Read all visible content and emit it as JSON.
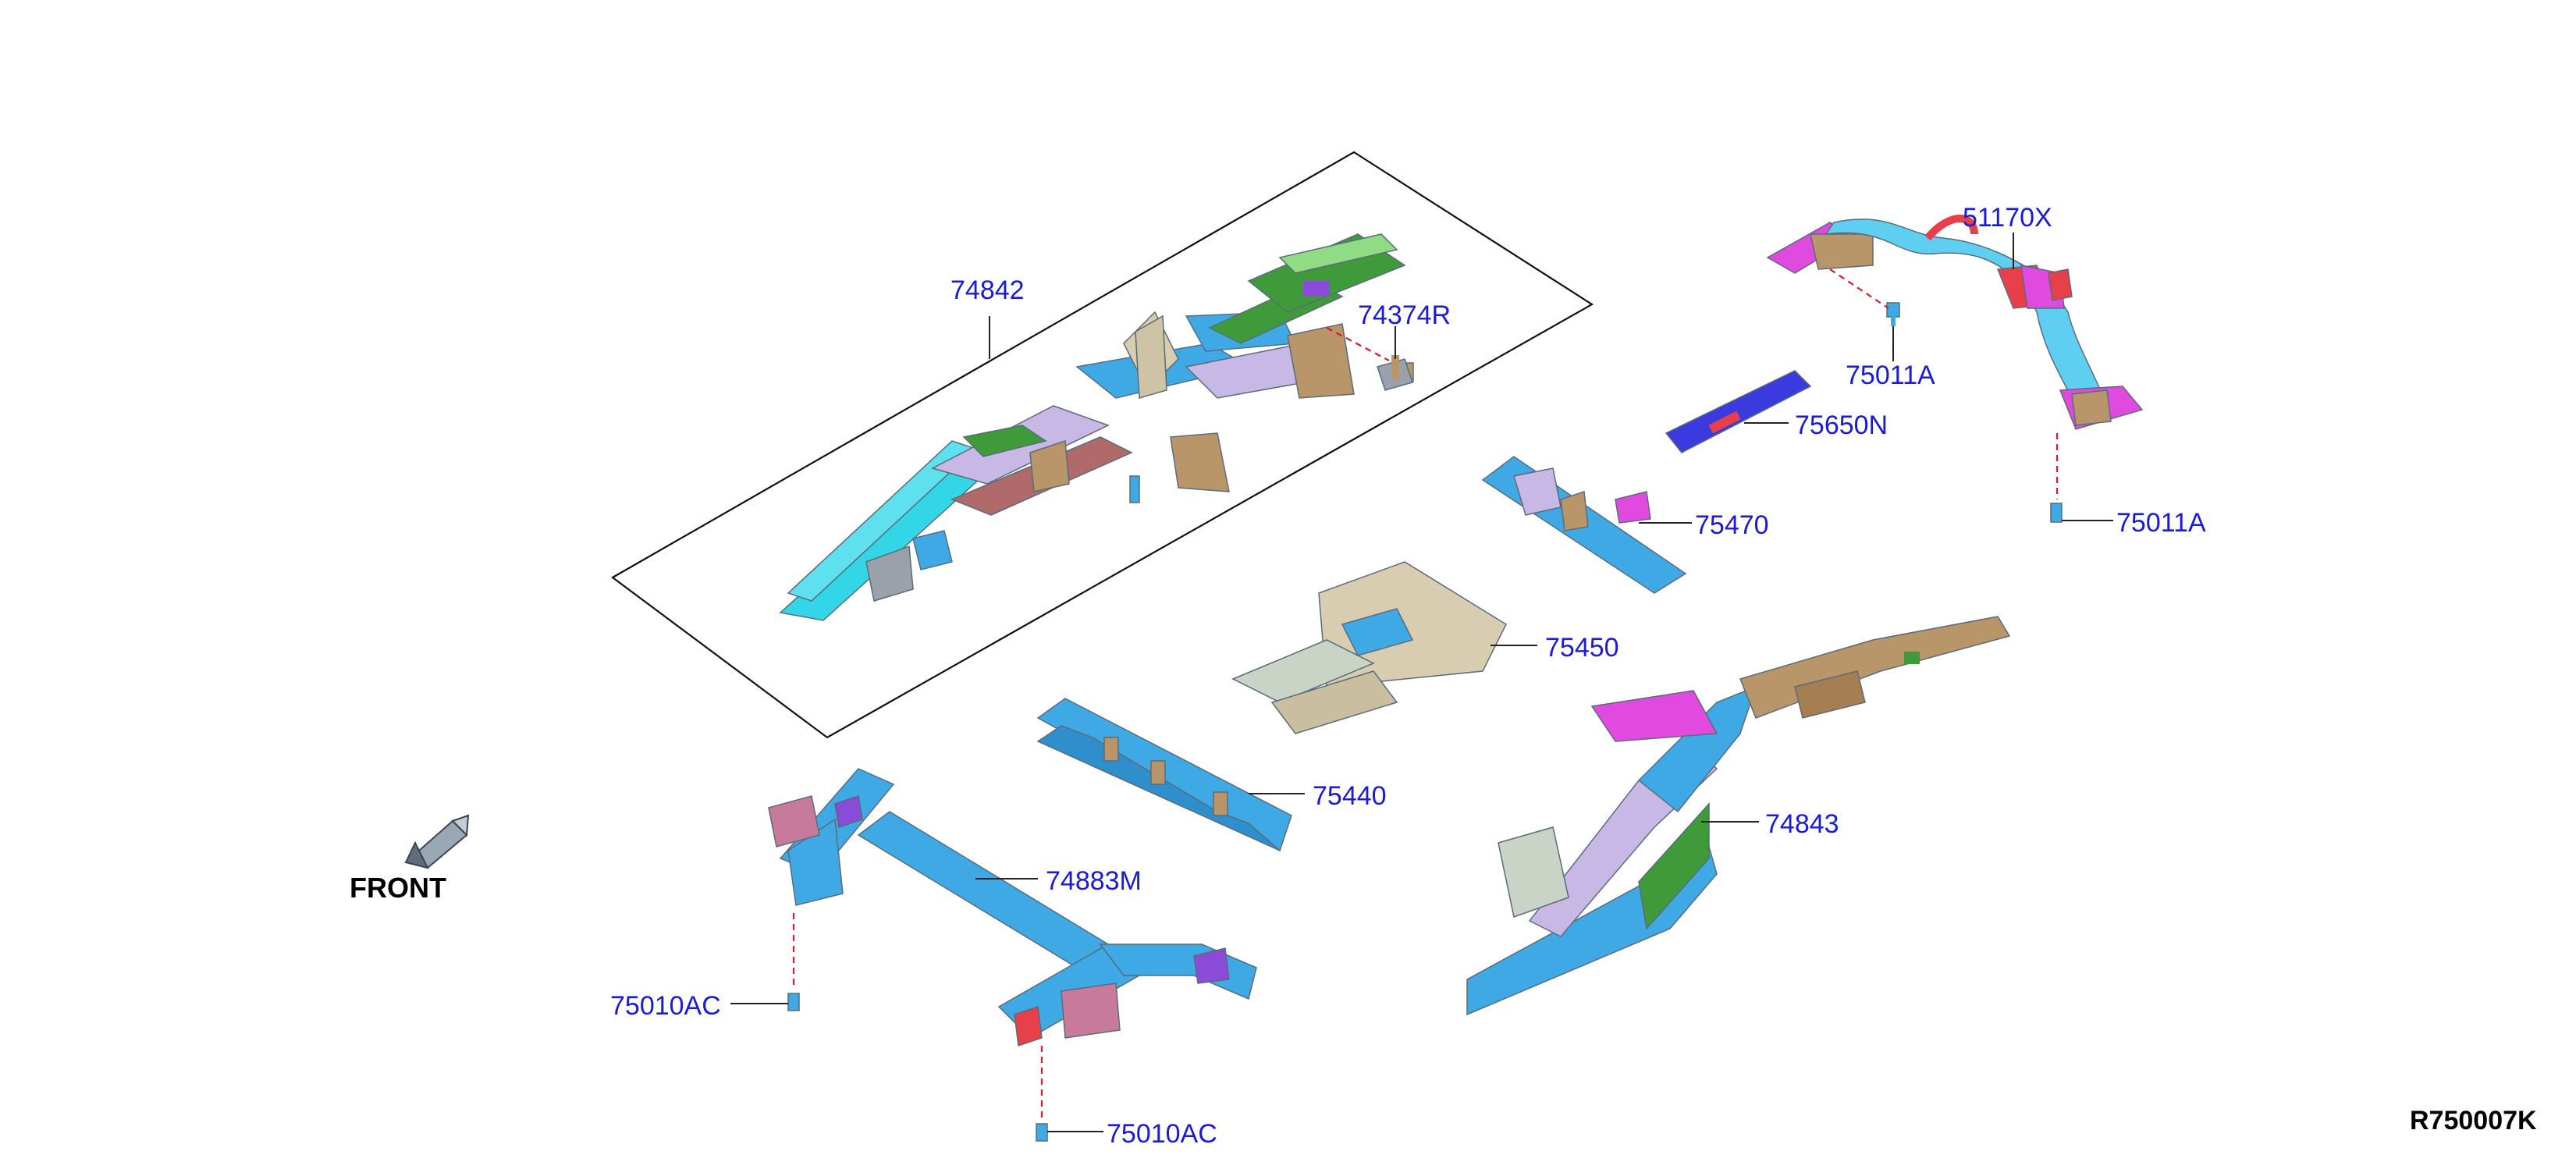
{
  "diagram": {
    "colors": {
      "callout_text": "#1a1adb",
      "leader": "#222222",
      "dashed_guide": "#d21e2a",
      "part_blue": "#3fa9e6",
      "part_cyan": "#33d6e6",
      "part_green": "#3f9b3a",
      "part_tan": "#b8966a",
      "part_pink": "#e04adf",
      "part_lavender": "#c7b8e6",
      "part_red": "#e8404a",
      "part_beige": "#d8cdb0",
      "part_violet": "#3a3adf"
    },
    "callouts": {
      "c74842": "74842",
      "c74374R": "74374R",
      "c51170X": "51170X",
      "c75011A_top": "75011A",
      "c75650N": "75650N",
      "c75011A_bottom": "75011A",
      "c75470": "75470",
      "c75450": "75450",
      "c75440": "75440",
      "c74843": "74843",
      "c74883M": "74883M",
      "c75010AC_left": "75010AC",
      "c75010AC_bottom": "75010AC"
    },
    "front_label": "FRONT",
    "front_icon": "arrow-icon",
    "reference_code": "R750007K"
  }
}
